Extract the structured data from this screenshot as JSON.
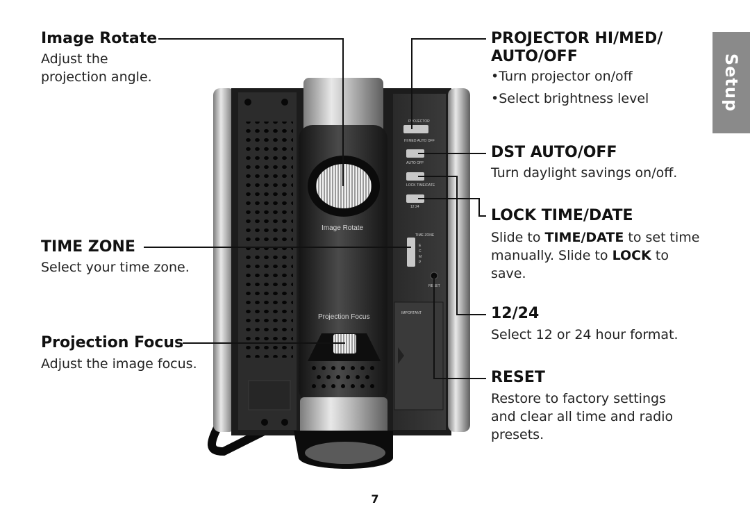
{
  "page": {
    "side_tab": "Setup",
    "page_number": "7"
  },
  "device_labels": {
    "image_rotate": "Image Rotate",
    "projection_focus": "Projection Focus",
    "time_zone": "TIME ZONE",
    "reset": "RESET",
    "projector": "PROJECTOR",
    "hi_med_auto_off": "HI MED AUTO OFF",
    "auto_off": "AUTO   OFF",
    "lock_time_date": "LOCK  TIME/DATE",
    "twelve_24": "12    24",
    "time_zone_options": [
      "E",
      "C",
      "M",
      "P"
    ],
    "important": "IMPORTANT"
  },
  "callouts": {
    "image_rotate": {
      "title": "Image Rotate",
      "text_lines": [
        "Adjust the",
        "projection angle."
      ]
    },
    "time_zone": {
      "title": "TIME ZONE",
      "text": "Select your time zone."
    },
    "projection_focus": {
      "title": "Projection Focus",
      "text": "Adjust the image focus."
    },
    "projector": {
      "title_lines": [
        "PROJECTOR HI/MED/",
        "AUTO/OFF"
      ],
      "bullets": [
        "Turn projector on/off",
        "Select brightness level"
      ]
    },
    "dst": {
      "title": "DST AUTO/OFF",
      "text": "Turn daylight savings on/off."
    },
    "lock_time": {
      "title": "LOCK TIME/DATE",
      "text_parts": [
        "Slide to ",
        "TIME/DATE",
        " to set time manually. Slide to ",
        "LOCK",
        " to save."
      ]
    },
    "hour_format": {
      "title": "12/24",
      "text": "Select 12 or 24 hour format."
    },
    "reset": {
      "title": "RESET",
      "text_lines": [
        "Restore to factory settings",
        "and clear all time and radio",
        "presets."
      ]
    }
  },
  "colors": {
    "side_tab_bg": "#8a8a8a",
    "device_body": "#1c1c1c",
    "device_column": "#2a2a2a",
    "leader_line": "#111111"
  }
}
